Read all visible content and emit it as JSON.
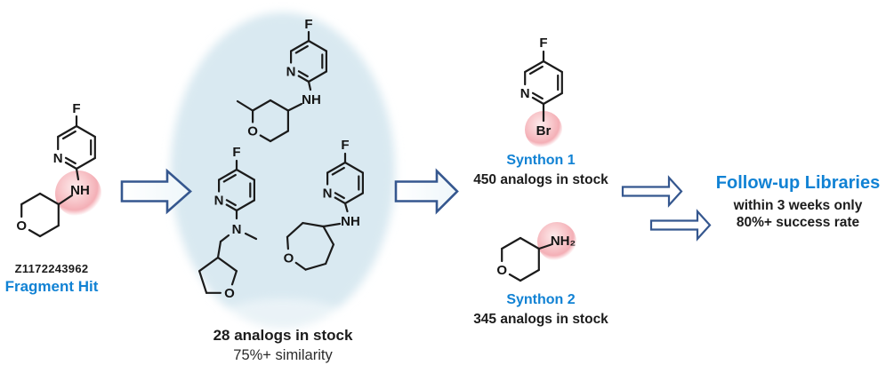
{
  "atoms": {
    "F": "F",
    "N": "N",
    "NH": "NH",
    "NH2": "NH₂",
    "O": "O",
    "Br": "Br"
  },
  "fragment": {
    "id": "Z1172243962",
    "label": "Fragment Hit"
  },
  "analog_cluster": {
    "count": "28 analogs in stock",
    "similarity": "75%+ similarity"
  },
  "synthon1": {
    "title": "Synthon 1",
    "stock": "450 analogs in stock"
  },
  "synthon2": {
    "title": "Synthon 2",
    "stock": "345 analogs in stock"
  },
  "followup": {
    "title": "Follow-up Libraries",
    "line1": "within 3 weeks only",
    "line2": "80%+ success rate"
  },
  "icons": {
    "flow_arrows": "block-arrow-right"
  },
  "colors": {
    "accent_blue": "#1182d4",
    "arrow_outline": "#35578f",
    "cluster_ellipse": "#d9e9f1",
    "highlight_pink": "#f4afb6",
    "bond": "#1b1b1b"
  }
}
